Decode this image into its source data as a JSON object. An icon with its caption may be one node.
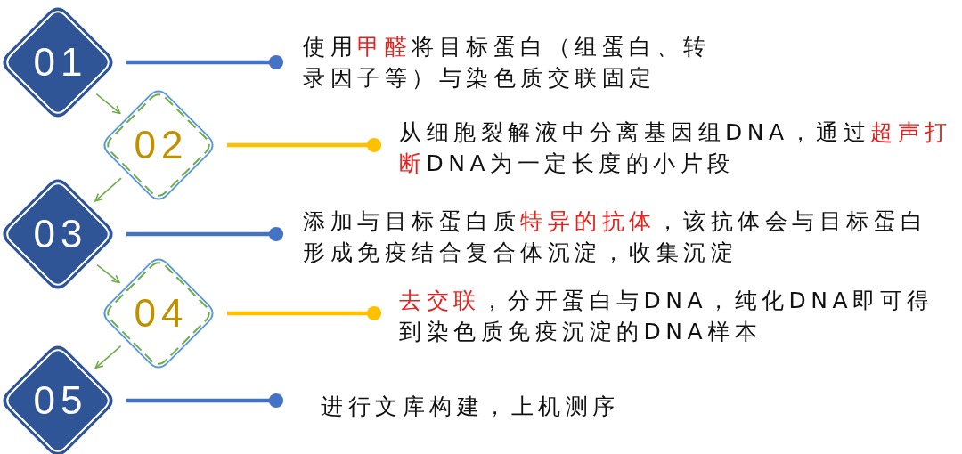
{
  "diagram": {
    "nodes": [
      {
        "text": [
          "01"
        ]
      },
      {
        "text": [
          "02"
        ]
      },
      {
        "text": [
          "03"
        ]
      },
      {
        "text": [
          "04"
        ]
      },
      {
        "text": [
          "05"
        ]
      },
      {
        "text": [
          "使用**甲醛**将目标蛋白（组蛋白、转录因子等）与染色质交联固定"
        ]
      },
      {
        "text": [
          "从细胞裂解液中分离基因组DNA，通过**超声打断**DNA为一定长度的小片段"
        ]
      },
      {
        "text": [
          "添加与目标蛋白质**特异的抗体**，该抗体会与目标蛋白形成免疫结合复合体沉淀，收集沉淀"
        ]
      },
      {
        "text": [
          "**去交联**，分开蛋白与DNA，纯化DNA即可得到染色质免疫沉淀的DNA样本"
        ]
      },
      {
        "text": [
          "进行文库构建，上机测序"
        ]
      }
    ],
    "edges": [
      {
        "from": 0,
        "to": 1,
        "arrow": "to"
      },
      {
        "from": 1,
        "to": 2,
        "arrow": "to"
      },
      {
        "from": 2,
        "to": 3,
        "arrow": "to"
      },
      {
        "from": 3,
        "to": 4,
        "arrow": "to"
      },
      {
        "from": 0,
        "to": 5,
        "arrow": "other",
        "color": "#4472c4"
      },
      {
        "from": 1,
        "to": 6,
        "arrow": "other",
        "color": "#ffc000"
      },
      {
        "from": 2,
        "to": 7,
        "arrow": "other",
        "color": "#4472c4"
      },
      {
        "from": 3,
        "to": 8,
        "arrow": "other",
        "color": "#ffc000"
      },
      {
        "from": 4,
        "to": 9,
        "arrow": "other",
        "color": "#4472c4"
      }
    ]
  }
}
